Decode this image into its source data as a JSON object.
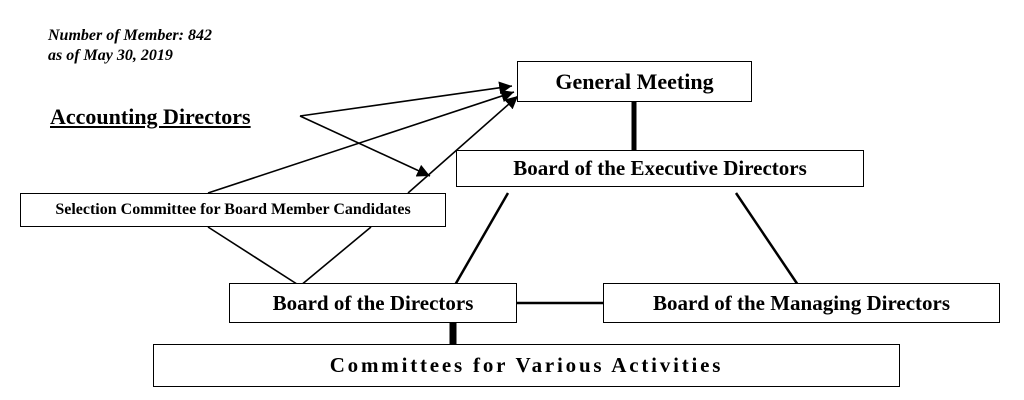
{
  "header": {
    "member_count": "Number of Member: 842",
    "as_of": "as of May 30, 2019"
  },
  "nodes": {
    "general_meeting": "General Meeting",
    "accounting_directors": "Accounting Directors",
    "executive_directors": "Board of  the Executive Directors",
    "selection_committee": "Selection Committee for Board Member Candidates",
    "board_directors": "Board of  the Directors",
    "managing_directors": "Board of the Managing Directors",
    "committees": "Committees for Various Activities"
  }
}
